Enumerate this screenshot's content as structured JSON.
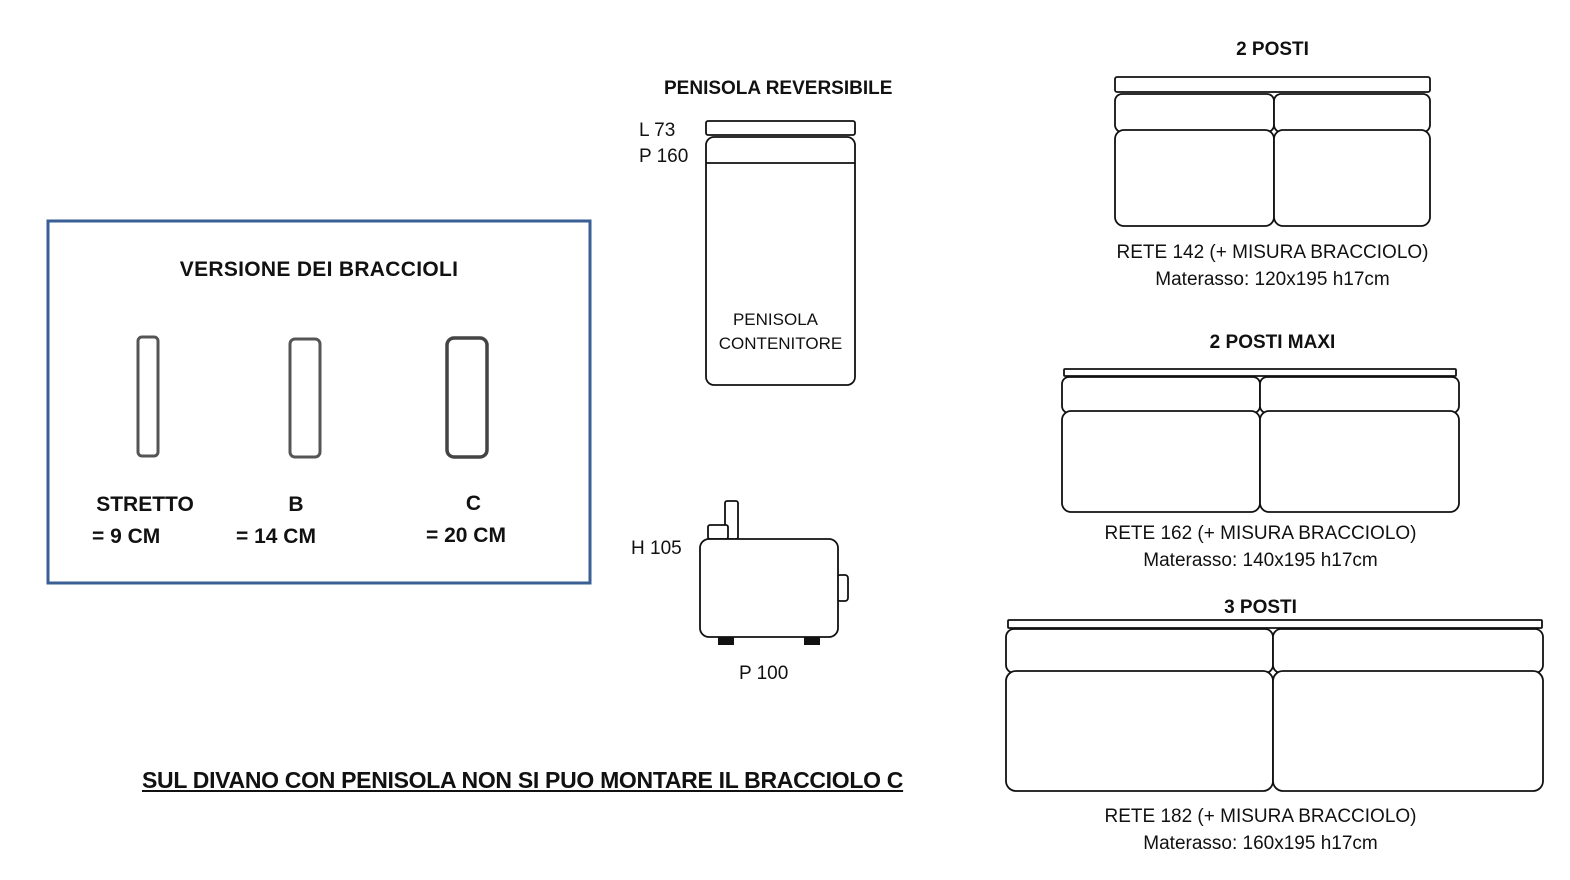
{
  "armrests_box": {
    "title": "VERSIONE DEI BRACCIOLI",
    "options": [
      {
        "name": "STRETTO",
        "width": "= 9 CM"
      },
      {
        "name": "B",
        "width": "= 14 CM"
      },
      {
        "name": "C",
        "width": "= 20 CM"
      }
    ]
  },
  "penisola": {
    "title": "PENISOLA REVERSIBILE",
    "width": "L 73",
    "depth": "P 160",
    "label_line1": "PENISOLA",
    "label_line2": "CONTENITORE"
  },
  "side_view": {
    "height": "H 105",
    "depth": "P 100"
  },
  "sofas": [
    {
      "title": "2 POSTI",
      "rete": "RETE 142 (+ MISURA BRACCIOLO)",
      "materasso": "Materasso: 120x195 h17cm"
    },
    {
      "title": "2 POSTI MAXI",
      "rete": "RETE 162 (+ MISURA BRACCIOLO)",
      "materasso": "Materasso: 140x195 h17cm"
    },
    {
      "title": "3 POSTI",
      "rete": "RETE 182 (+ MISURA BRACCIOLO)",
      "materasso": "Materasso: 160x195 h17cm"
    }
  ],
  "note": "SUL DIVANO CON PENISOLA NON SI PUO MONTARE IL BRACCIOLO C"
}
